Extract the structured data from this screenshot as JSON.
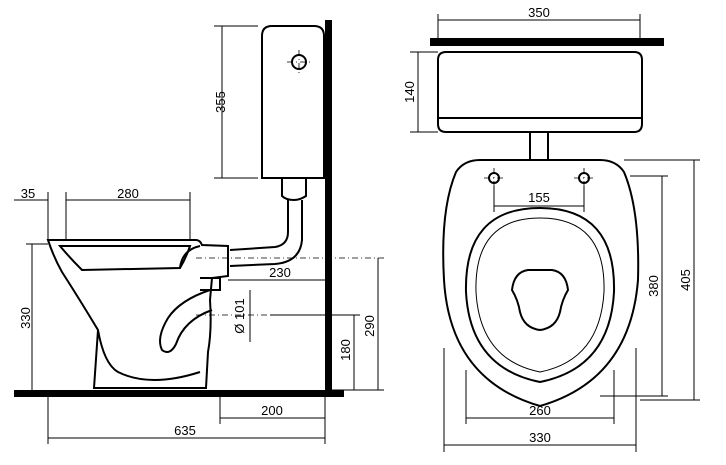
{
  "dimensions": {
    "side_view": {
      "tank_height": "355",
      "rim_offset": "35",
      "bowl_length": "280",
      "bowl_height": "330",
      "outlet_from_wall": "230",
      "outlet_diameter": "Ø 101",
      "outlet_height": "180",
      "inlet_height": "290",
      "floor_outlet": "200",
      "total_depth": "635"
    },
    "front_view": {
      "tank_width": "350",
      "tank_height": "140",
      "bolt_spacing": "155",
      "seat_length": "380",
      "total_length": "405",
      "inner_width": "260",
      "outer_width": "330"
    }
  }
}
